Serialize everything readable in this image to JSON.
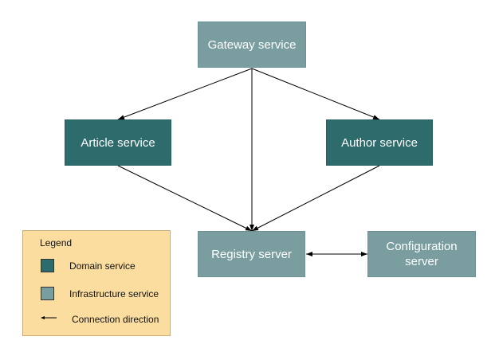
{
  "nodes": {
    "gateway": {
      "label": "Gateway service",
      "kind": "infrastructure"
    },
    "article": {
      "label": "Article service",
      "kind": "domain"
    },
    "author": {
      "label": "Author service",
      "kind": "domain"
    },
    "registry": {
      "label": "Registry server",
      "kind": "infrastructure"
    },
    "config": {
      "label": "Configuration\nserver",
      "kind": "infrastructure"
    }
  },
  "edges": [
    {
      "from": "gateway",
      "to": "article",
      "direction": "forward"
    },
    {
      "from": "gateway",
      "to": "author",
      "direction": "forward"
    },
    {
      "from": "gateway",
      "to": "registry",
      "direction": "forward"
    },
    {
      "from": "article",
      "to": "registry",
      "direction": "forward"
    },
    {
      "from": "author",
      "to": "registry",
      "direction": "forward"
    },
    {
      "from": "registry",
      "to": "config",
      "direction": "both"
    }
  ],
  "legend": {
    "title": "Legend",
    "domain_label": "Domain service",
    "infra_label": "Infrastructure service",
    "connection_label": "Connection direction"
  },
  "colors": {
    "domain_service": "#2e6b6c",
    "infrastructure_service": "#7a9ea0",
    "legend_background": "#fbdd9f",
    "arrow": "#000000"
  }
}
